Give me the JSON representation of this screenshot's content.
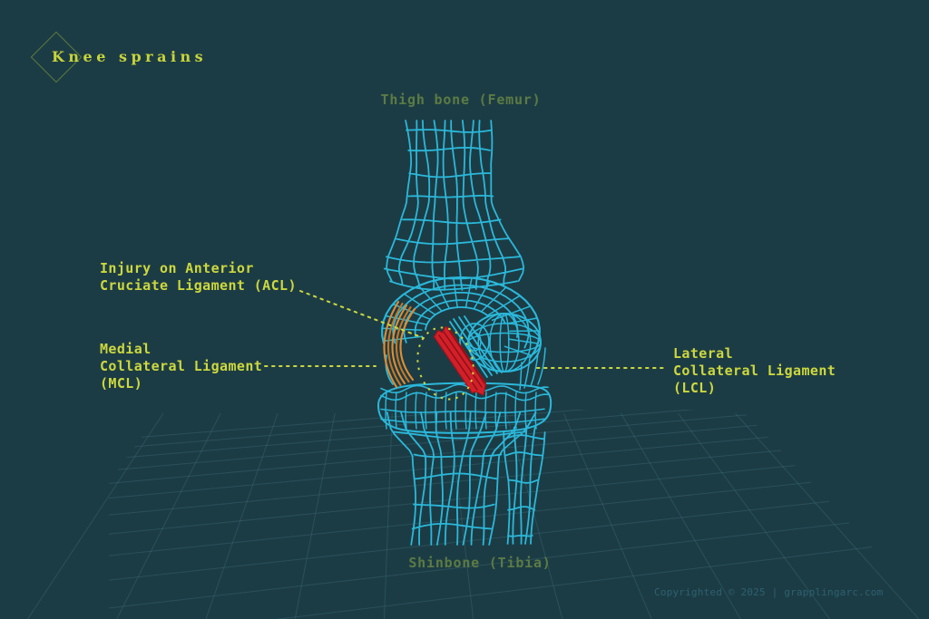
{
  "title": "Knee sprains",
  "captions": {
    "femur": "Thigh bone (Femur)",
    "tibia": "Shinbone (Tibia)"
  },
  "labels": {
    "acl": {
      "line1": "Injury on Anterior",
      "line2": "Cruciate Ligament (ACL)"
    },
    "mcl": {
      "line1": "Medial",
      "line2": "Collateral Ligament",
      "line3": "(MCL)"
    },
    "lcl": {
      "line1": "Lateral",
      "line2": "Collateral Ligament",
      "line3": "(LCL)"
    }
  },
  "footer": {
    "copyright": "Copyrighted © 2025 | grapplingarc.com"
  },
  "colors": {
    "background": "#1c3c45",
    "bone_cyan": "#2bb8da",
    "accent_yellow": "#cdd83e",
    "muted_olive": "#5c7b44",
    "injury_red": "#d2202a",
    "injury_red_dark": "#8e1015",
    "mcl_orange": "#e08c33",
    "mcl_orange_dark": "#c87722",
    "floor_line": "#4e8693",
    "footer_text": "#2d6170",
    "diamond_olive": "#69863e"
  }
}
